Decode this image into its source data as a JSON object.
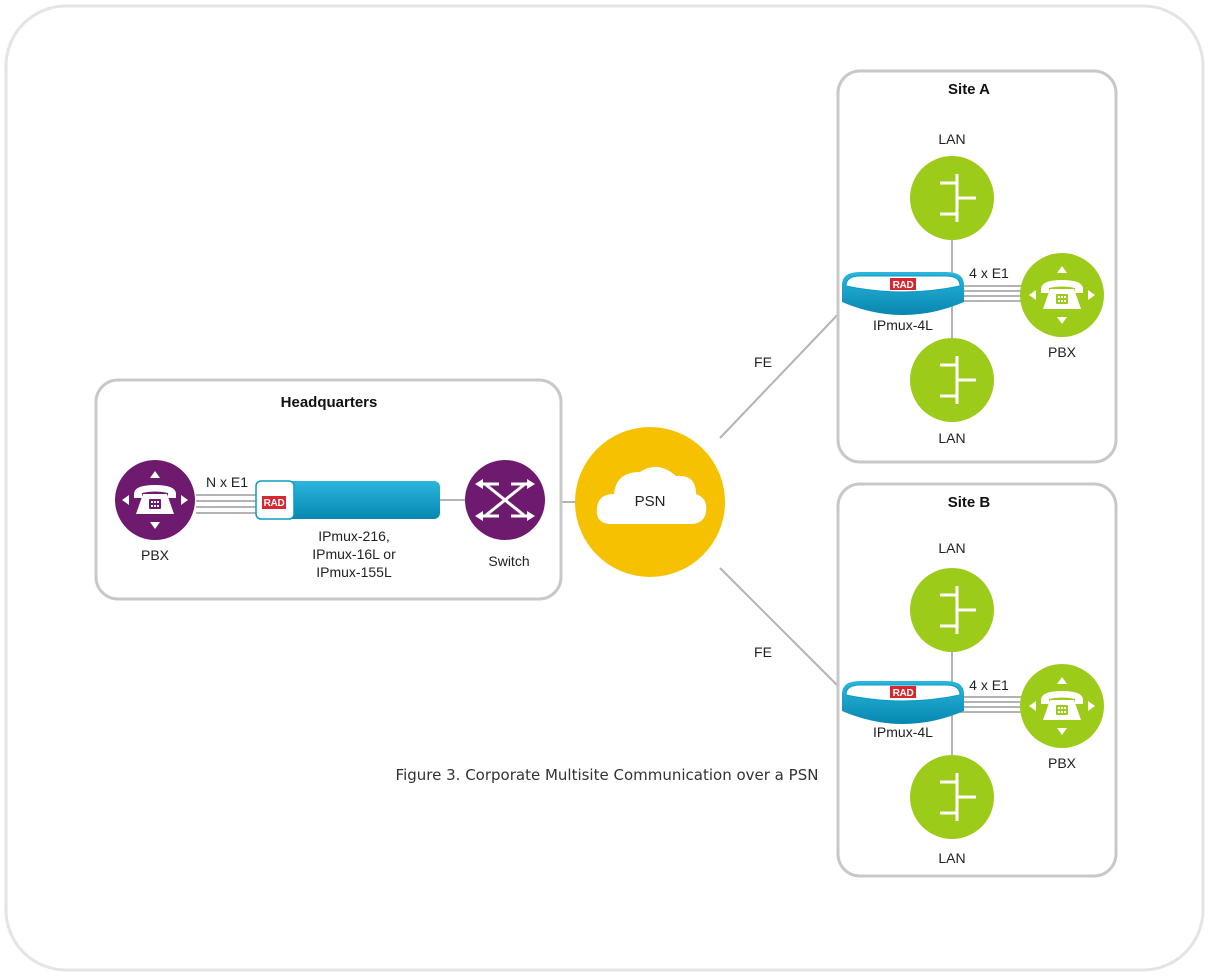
{
  "diagram": {
    "caption": "Figure 3.  Corporate Multisite Communication over a PSN",
    "psn_label": "PSN",
    "colors": {
      "purple": "#6d1a6f",
      "green": "#9ccb1a",
      "yellow": "#f6c100",
      "device_blue": "#0a9bc4",
      "rad_red": "#d7272f",
      "frame_grey": "#c8c8c8",
      "line_grey": "#b3b3b3"
    },
    "headquarters": {
      "title": "Headquarters",
      "pbx_label": "PBX",
      "link_label": "N x E1",
      "device_label_lines": [
        "IPmux-216,",
        "IPmux-16L or",
        "IPmux-155L"
      ],
      "switch_label": "Switch",
      "logo_text": "RAD"
    },
    "site_a": {
      "title": "Site A",
      "lan_top_label": "LAN",
      "lan_bottom_label": "LAN",
      "device_label": "IPmux-4L",
      "link_label": "4 x E1",
      "pbx_label": "PBX",
      "wan_label": "FE",
      "logo_text": "RAD"
    },
    "site_b": {
      "title": "Site B",
      "lan_top_label": "LAN",
      "lan_bottom_label": "LAN",
      "device_label": "IPmux-4L",
      "link_label": "4 x E1",
      "pbx_label": "PBX",
      "wan_label": "FE",
      "logo_text": "RAD"
    }
  }
}
